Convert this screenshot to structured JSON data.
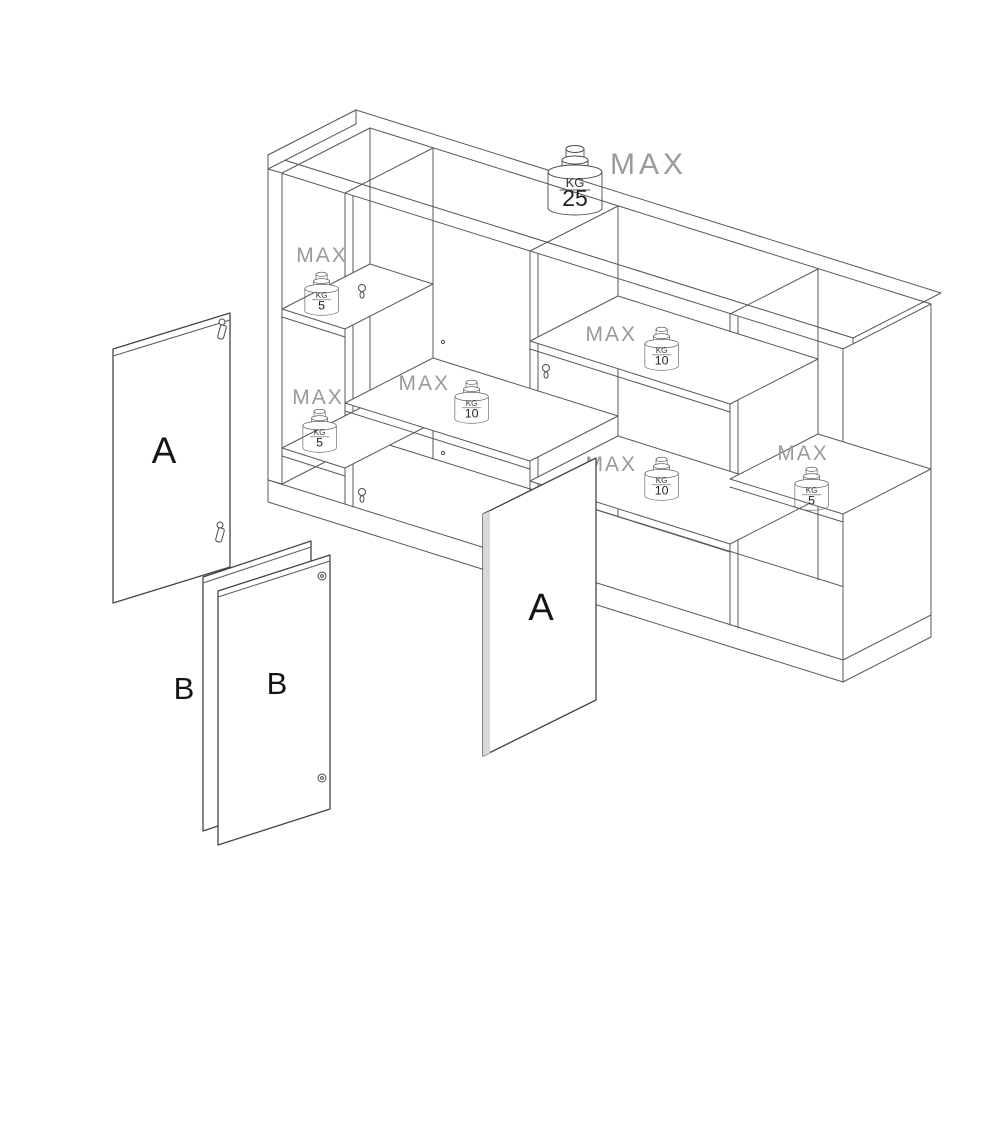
{
  "diagram": {
    "type": "furniture-assembly-load-diagram",
    "weights": [
      {
        "name": "top-surface",
        "max": "MAX",
        "unit": "KG",
        "value": "25"
      },
      {
        "name": "left-upper-shelf",
        "max": "MAX",
        "unit": "KG",
        "value": "5"
      },
      {
        "name": "left-lower-shelf",
        "max": "MAX",
        "unit": "KG",
        "value": "5"
      },
      {
        "name": "center-shelf",
        "max": "MAX",
        "unit": "KG",
        "value": "10"
      },
      {
        "name": "right-upper-shelf",
        "max": "MAX",
        "unit": "KG",
        "value": "10"
      },
      {
        "name": "right-lower-shelf",
        "max": "MAX",
        "unit": "KG",
        "value": "10"
      },
      {
        "name": "far-right-shelf",
        "max": "MAX",
        "unit": "KG",
        "value": "5"
      }
    ],
    "panels": [
      {
        "label": "A",
        "position": "left-door"
      },
      {
        "label": "B",
        "position": "back-door"
      },
      {
        "label": "B",
        "position": "front-door"
      },
      {
        "label": "A",
        "position": "right-door"
      }
    ],
    "colors": {
      "line": "#5a5a5a",
      "max_label": "#9a9a9a",
      "panel_label": "#141414",
      "background": "#ffffff"
    }
  }
}
